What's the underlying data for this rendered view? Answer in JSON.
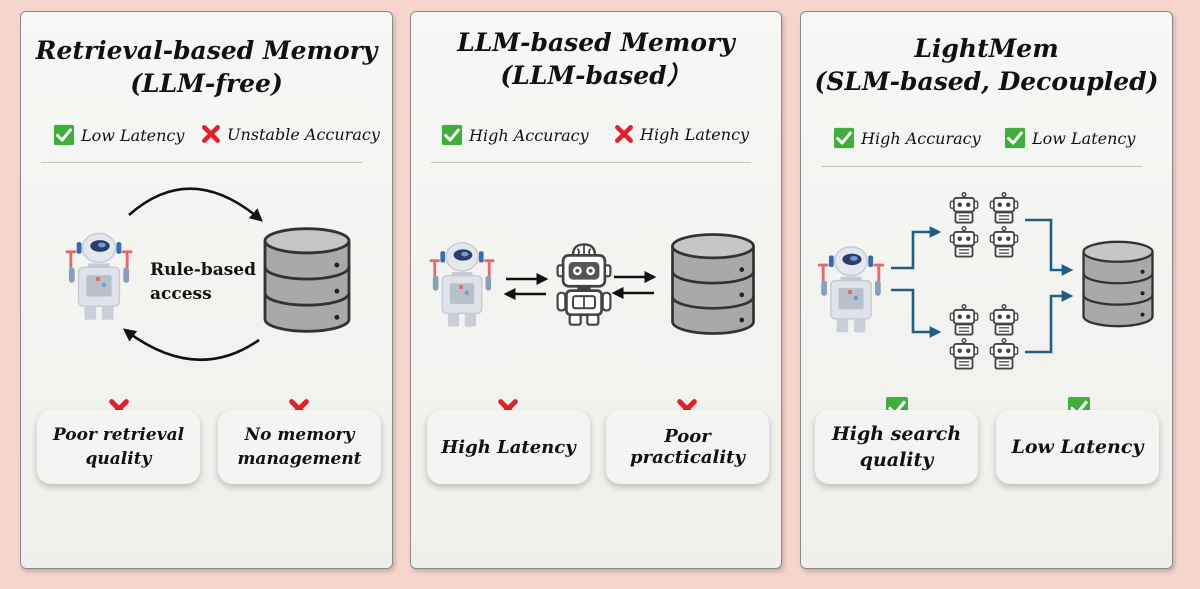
{
  "colors": {
    "background": "#f6d6cc",
    "check": "#3fae3c",
    "cross": "#e0202a",
    "arrow_blue": "#1f5f86"
  },
  "panels": [
    {
      "title_line1": "Retrieval-based Memory",
      "title_line2": "(LLM-free)",
      "props": [
        {
          "icon": "check-icon",
          "label": "Low Latency"
        },
        {
          "icon": "cross-icon",
          "label": "Unstable Accuracy"
        }
      ],
      "diagram_label_line1": "Rule-based",
      "diagram_label_line2": "access",
      "cards": [
        {
          "icon": "cross-icon",
          "label": "Poor retrieval quality"
        },
        {
          "icon": "cross-icon",
          "label": "No memory management"
        }
      ]
    },
    {
      "title_line1": "LLM-based Memory",
      "title_line2": "(LLM-based）",
      "props": [
        {
          "icon": "check-icon",
          "label": "High Accuracy"
        },
        {
          "icon": "cross-icon",
          "label": "High Latency"
        }
      ],
      "cards": [
        {
          "icon": "cross-icon",
          "label": "High Latency"
        },
        {
          "icon": "cross-icon",
          "label": "Poor practicality"
        }
      ]
    },
    {
      "title_line1": "LightMem",
      "title_line2": "(SLM-based, Decoupled)",
      "props": [
        {
          "icon": "check-icon",
          "label": "High Accuracy"
        },
        {
          "icon": "check-icon",
          "label": "Low Latency"
        }
      ],
      "cards": [
        {
          "icon": "check-icon",
          "label": "High search quality"
        },
        {
          "icon": "check-icon",
          "label": "Low Latency"
        }
      ]
    }
  ]
}
